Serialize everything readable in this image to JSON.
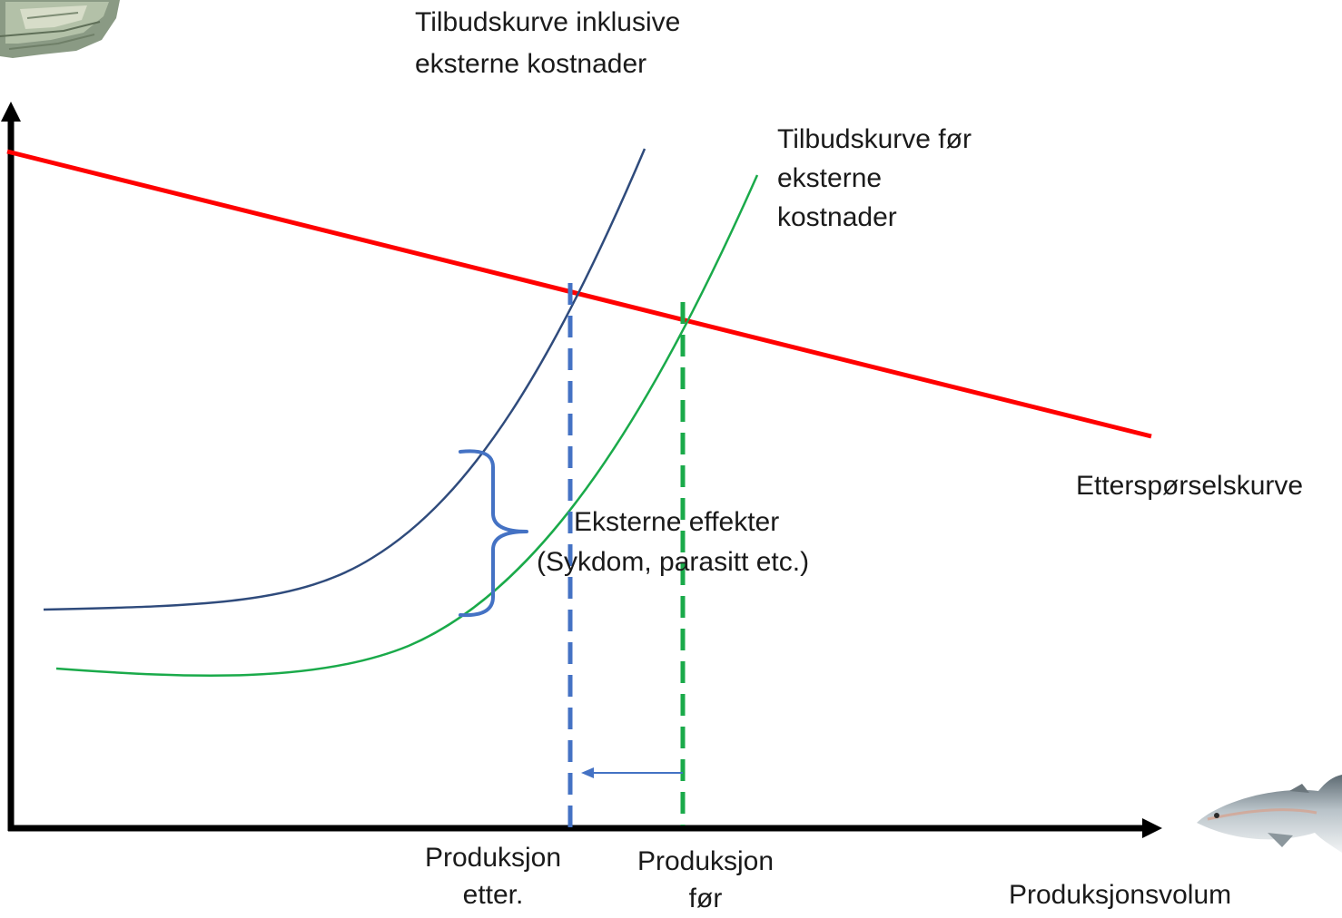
{
  "labels": {
    "supply_incl_line1": "Tilbudskurve inklusive",
    "supply_incl_line2": "eksterne kostnader",
    "supply_before_line1": "Tilbudskurve før",
    "supply_before_line2": "eksterne",
    "supply_before_line3": "kostnader",
    "demand": "Etterspørselskurve",
    "external_line1": "Eksterne effekter",
    "external_line2": "(Sykdom, parasitt etc.)",
    "prod_after_line1": "Produksjon",
    "prod_after_line2": "etter.",
    "prod_before_line1": "Produksjon",
    "prod_before_line2": "før",
    "x_axis": "Produksjonsvolum"
  },
  "colors": {
    "axis": "#000000",
    "demand": "#ff0000",
    "supply_incl": "#2f4b7c",
    "supply_before": "#1aaa4a",
    "after_dash": "#4472c4",
    "before_dash": "#1aaa4a",
    "brace": "#4472c4",
    "shift_arrow": "#4472c4"
  },
  "icons": {
    "top_left": "money-stack-icon",
    "bottom_right": "salmon-fish-icon"
  }
}
